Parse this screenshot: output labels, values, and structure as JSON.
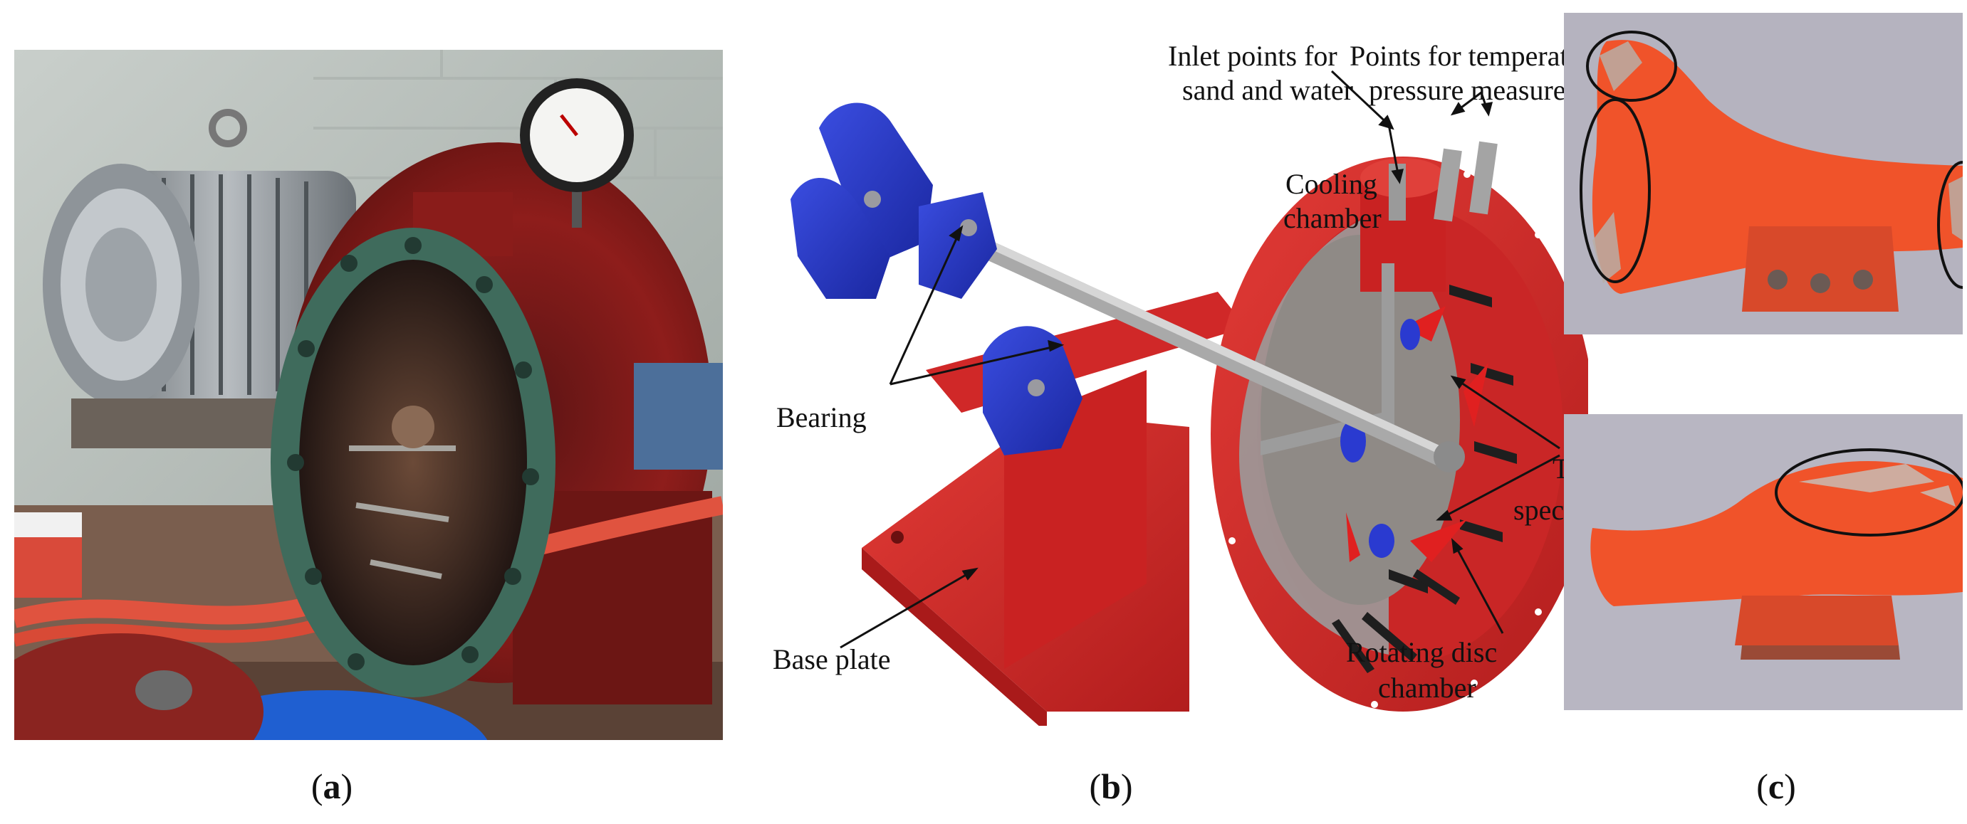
{
  "figure": {
    "panels": [
      {
        "id": "a",
        "caption_open": "(",
        "caption_letter": "a",
        "caption_close": ")"
      },
      {
        "id": "b",
        "caption_open": "(",
        "caption_letter": "b",
        "caption_close": ")"
      },
      {
        "id": "c",
        "caption_open": "(",
        "caption_letter": "c",
        "caption_close": ")"
      }
    ],
    "diagram_labels": {
      "inlet_line1": "Inlet points for",
      "inlet_line2": "sand and water",
      "points_line1": "Points for temperature and",
      "points_line2": "pressure measurement",
      "cooling_line1": "Cooling",
      "cooling_line2": "chamber",
      "bearing": "Bearing",
      "test_line1": "Test",
      "test_line2": "specimen",
      "base_plate": "Base plate",
      "rotating_line1": "Rotating disc",
      "rotating_line2": "chamber"
    },
    "colors": {
      "machine_red": "#9e1f1c",
      "diagram_red": "#d42a2a",
      "bearing_blue": "#2233bb",
      "specimen_orange": "#f0532a"
    }
  }
}
